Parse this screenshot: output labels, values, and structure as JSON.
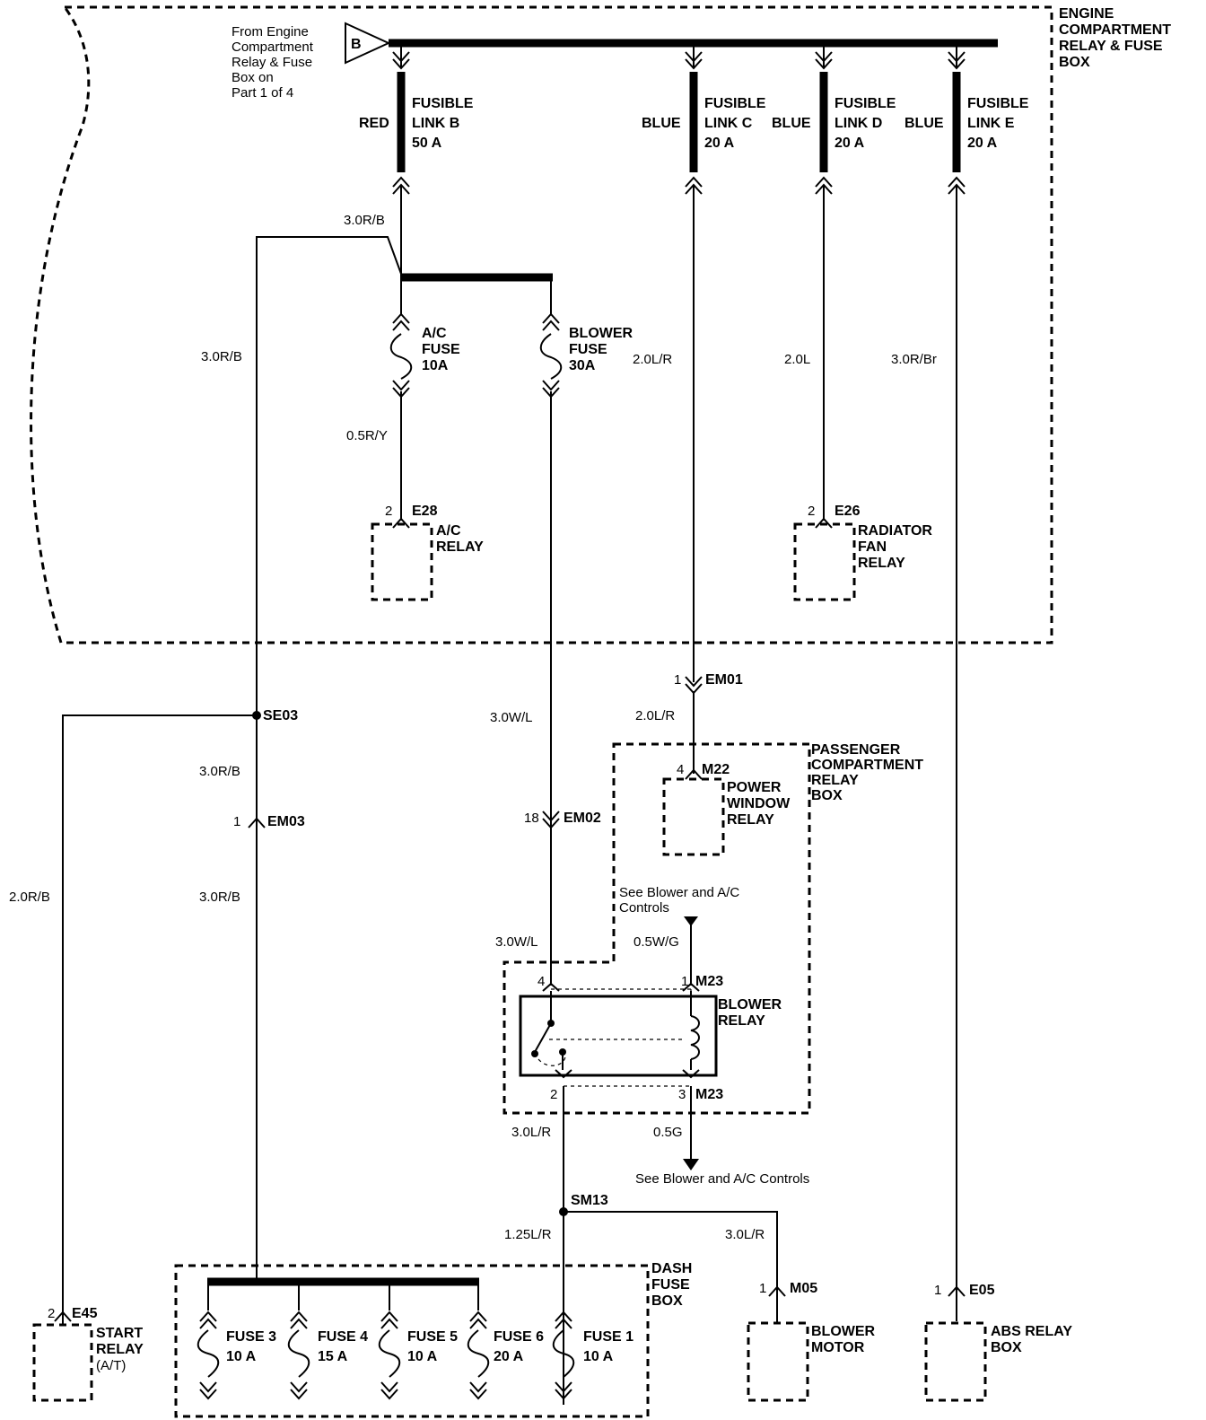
{
  "boxes": {
    "engine_box": [
      "ENGINE",
      "COMPARTMENT",
      "RELAY & FUSE",
      "BOX"
    ],
    "passenger_box": [
      "PASSENGER",
      "COMPARTMENT",
      "RELAY",
      "BOX"
    ],
    "dash_box": [
      "DASH",
      "FUSE",
      "BOX"
    ]
  },
  "source": {
    "label": [
      "From Engine",
      "Compartment",
      "Relay & Fuse",
      "Box on",
      "Part 1 of 4"
    ],
    "connector": "B"
  },
  "fusible_links": [
    {
      "color": "RED",
      "l1": "FUSIBLE",
      "l2": "LINK B",
      "l3": "50 A"
    },
    {
      "color": "BLUE",
      "l1": "FUSIBLE",
      "l2": "LINK C",
      "l3": "20 A"
    },
    {
      "color": "BLUE",
      "l1": "FUSIBLE",
      "l2": "LINK D",
      "l3": "20 A"
    },
    {
      "color": "BLUE",
      "l1": "FUSIBLE",
      "l2": "LINK E",
      "l3": "20 A"
    }
  ],
  "fuses": {
    "ac": [
      "A/C",
      "FUSE",
      "10A"
    ],
    "blower": [
      "BLOWER",
      "FUSE",
      "30A"
    ]
  },
  "wires": {
    "r_b_top": "3.0R/B",
    "r_b_left": "3.0R/B",
    "ac_out": "0.5R/Y",
    "link_c": "2.0L/R",
    "link_d": "2.0L",
    "link_e": "3.0R/Br",
    "start_feed": "2.0R/B",
    "se03_down": "3.0R/B",
    "em03_down": "3.0R/B",
    "blower_w1": "3.0W/L",
    "blower_w2": "3.0W/L",
    "em01_down": "2.0L/R",
    "control_in": "0.5W/G",
    "relay_out": "3.0L/R",
    "control_out": "0.5G",
    "dash_feed": "1.25L/R",
    "motor_feed": "3.0L/R"
  },
  "pins": {
    "e28": "2",
    "e26": "2",
    "em01": "1",
    "m22": "4",
    "em03": "1",
    "em02": "18",
    "m23_4": "4",
    "m23_1": "1",
    "m23_2": "2",
    "m23_3": "3",
    "e45": "2",
    "m05": "1",
    "e05": "1"
  },
  "connectors": {
    "e28": "E28",
    "e26": "E26",
    "em01": "EM01",
    "m22": "M22",
    "se03": "SE03",
    "em03": "EM03",
    "em02": "EM02",
    "m23a": "M23",
    "m23b": "M23",
    "sm13": "SM13",
    "e45": "E45",
    "m05": "M05",
    "e05": "E05"
  },
  "components": {
    "ac_relay": [
      "A/C",
      "RELAY"
    ],
    "fan_relay": [
      "RADIATOR",
      "FAN",
      "RELAY"
    ],
    "pw_relay": [
      "POWER",
      "WINDOW",
      "RELAY"
    ],
    "blower_relay": [
      "BLOWER",
      "RELAY"
    ],
    "start_relay": [
      "START",
      "RELAY",
      "(A/T)"
    ],
    "blower_motor": [
      "BLOWER",
      "MOTOR"
    ],
    "abs_box": [
      "ABS RELAY",
      "BOX"
    ]
  },
  "notes": {
    "see_top": [
      "See Blower and A/C",
      "Controls"
    ],
    "see_bottom": "See Blower and A/C Controls"
  },
  "dash_fuses": [
    {
      "name": "FUSE 3",
      "rating": "10 A"
    },
    {
      "name": "FUSE 4",
      "rating": "15 A"
    },
    {
      "name": "FUSE 5",
      "rating": "10 A"
    },
    {
      "name": "FUSE 6",
      "rating": "20 A"
    },
    {
      "name": "FUSE 1",
      "rating": "10 A"
    }
  ]
}
